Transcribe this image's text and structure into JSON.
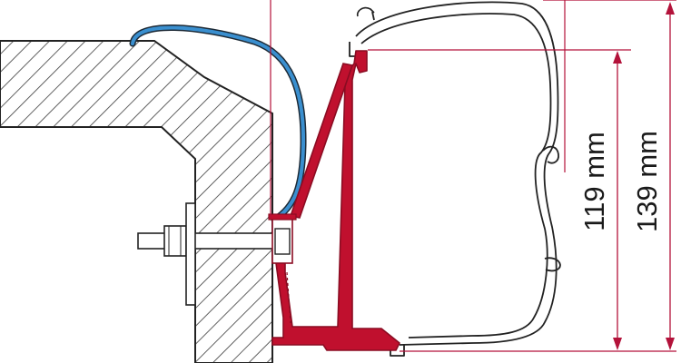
{
  "dimensions": [
    {
      "value": 119,
      "unit": "mm",
      "label": "119 mm"
    },
    {
      "value": 139,
      "unit": "mm",
      "label": "139 mm"
    }
  ],
  "colors": {
    "bracket": "#c0102e",
    "bracket_dark": "#8a0c22",
    "cable": "#3a8fcf",
    "dimension_line": "#b3123a",
    "hatch": "#3a3a3a",
    "outline": "#222222"
  }
}
